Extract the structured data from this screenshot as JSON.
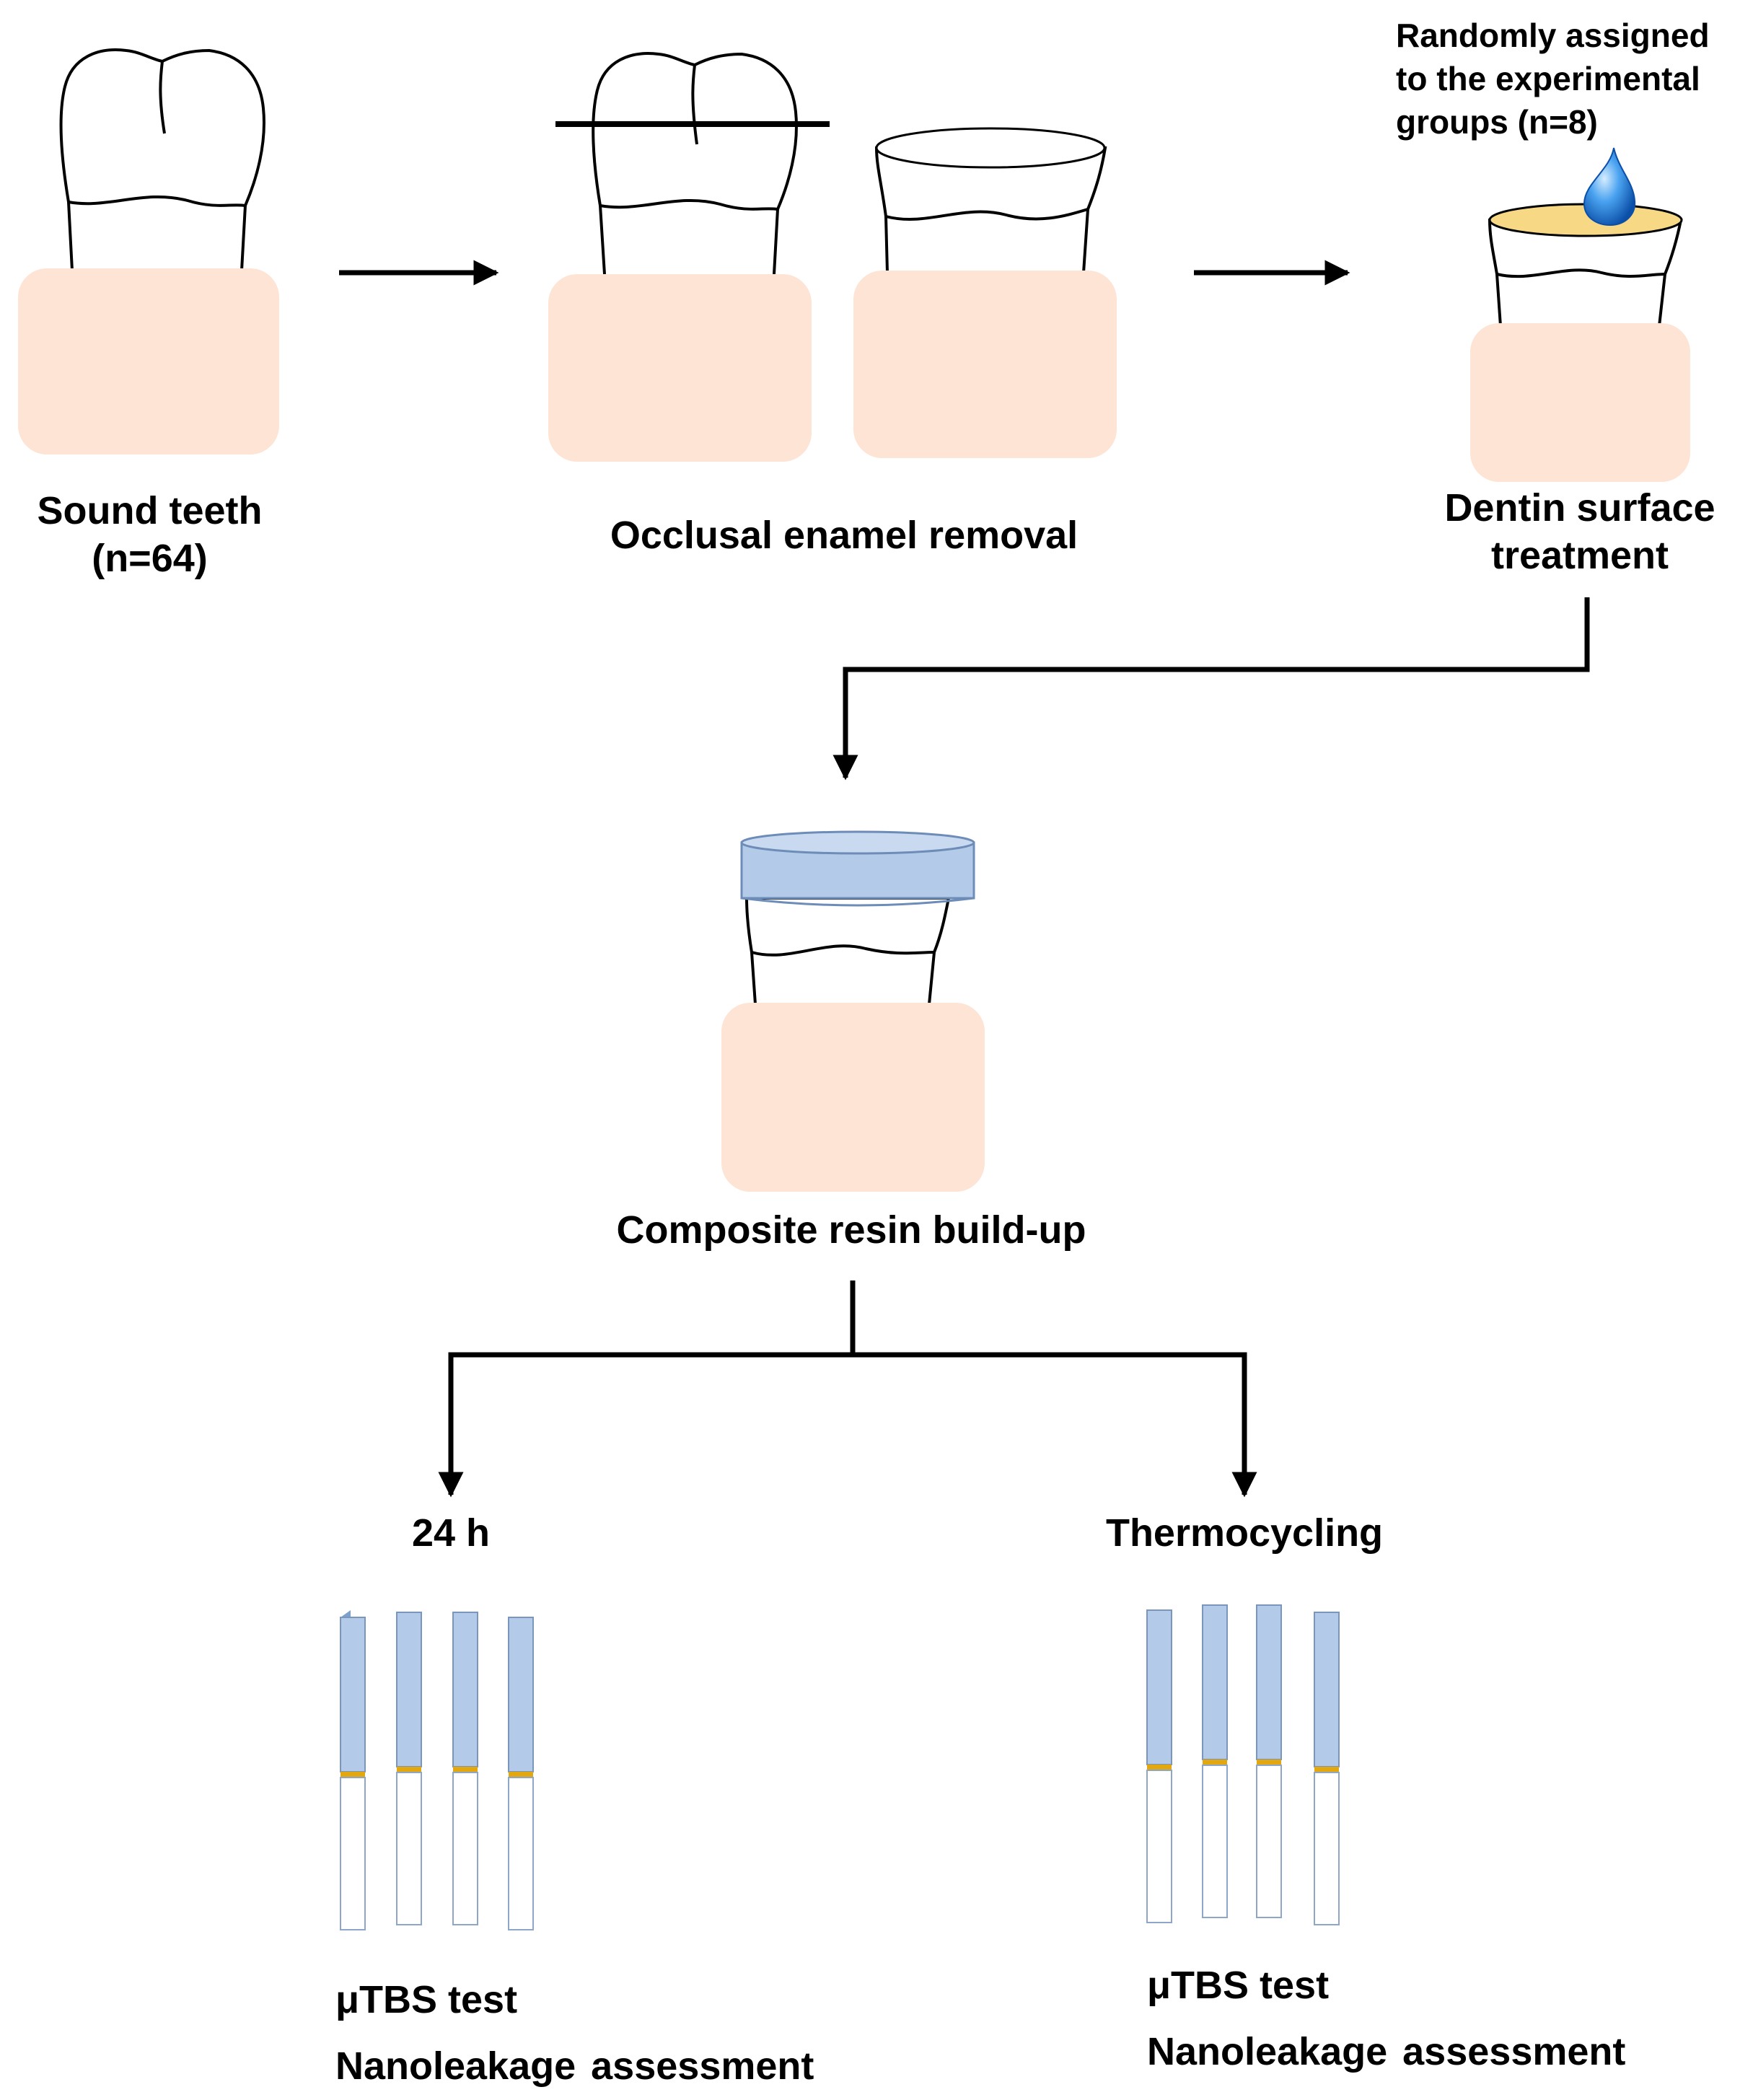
{
  "steps": {
    "sound_teeth": {
      "line1": "Sound teeth",
      "line2": "(n=64)"
    },
    "enamel_removal": {
      "label": "Occlusal enamel removal"
    },
    "random_assignment": {
      "line1": "Randomly assigned",
      "line2": "to the experimental",
      "line3": "groups (n=8)"
    },
    "dentin_treatment": {
      "line1": "Dentin surface",
      "line2": "treatment"
    },
    "composite_buildup": {
      "label": "Composite resin build-up"
    }
  },
  "branches": [
    {
      "title": "24 h",
      "test": "μTBS test",
      "assessment": "Nanoleakage assessment"
    },
    {
      "title": "Thermocycling",
      "test": "μTBS test",
      "assessment": "Nanoleakage assessment"
    }
  ],
  "colors": {
    "mount_block": "#fde4d4",
    "composite": "#b3cbe8",
    "composite_stroke": "#6d8db8",
    "adhesive": "#f7d985",
    "drop": "#3a8ee0",
    "interface": "#e3a80f"
  }
}
